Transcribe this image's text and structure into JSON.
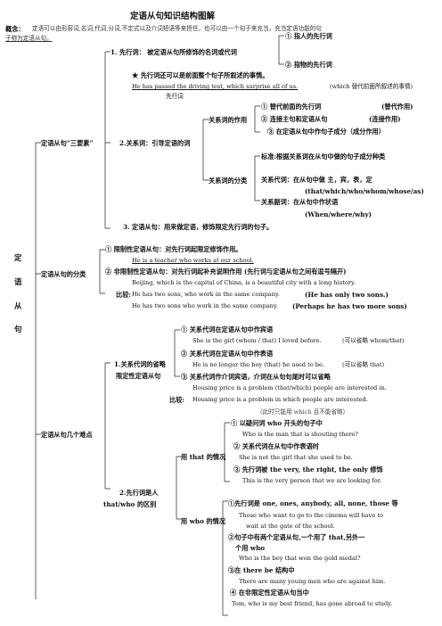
{
  "title": "定语从句知识结构图解",
  "concept_label": "概念：",
  "concept_line1": "定语可以由形容词,名词,代词,分词,不定式以及介词短语等来担任，也可以由一个句子来充当，充当定语功能的句",
  "concept_line2": "子称为定语从句。",
  "side_chars": [
    "定",
    "语",
    "从",
    "句"
  ],
  "l1": {
    "three": "定语从句“三要素”",
    "classify": "定语从句的分类",
    "difficulties": "定语从句几个难点"
  },
  "antecedent": {
    "label": "1. 先行词：  被定语从句所修饰的名词或代词",
    "opt1": "①  指人的先行词",
    "opt2": "②  指物的先行词",
    "note": "★  先行词还可以是前面整个句子所叙述的事情。",
    "ex": "He has passed the driving test, which surprise all of us.",
    "ex_note": "(which 替代前面所叙述的事情)",
    "ex_tag": "先行词"
  },
  "relative": {
    "label": "2.关系词：引导定语的词",
    "role_label": "关系词的作用",
    "role1": "①  替代前面的先行词",
    "role1b": "(替代作用)",
    "role2": "②  连接主句和定语从句",
    "role2b": "(连接作用)",
    "role3": "③  在定语从句中作句子成分（成分作用）",
    "cls_label": "关系词的分类",
    "std": "标准:根据关系词在从句中做的句子成分种类",
    "pron": "关系代词：在从句中做  主，宾，表，定",
    "pron_list": "(that/which/who/whom/whose/as)",
    "adv": "关系副词：在从句中作状语",
    "adv_list": "(When/where/why)"
  },
  "clause": "3. 定语从句：用来做定语，修饰限定先行词的句子。",
  "classify": {
    "r1": "①  限制性定语从句：对先行词起限定修饰作用。",
    "r1ex": "He is a teacher who works at our school.",
    "r2": "②  非限制性定语从句：对先行词起补充说明作用  (先行词与定语从句之间有逗号隔开)",
    "r2ex": "Beijing, which is the capital of China, is a beautiful city with a long history.",
    "cmp_label": "比较:",
    "cmp1": "He has two sons, who work in the same company.",
    "cmp1n": "(He has only two sons.)",
    "cmp2": "He has two sons who work in the same company.",
    "cmp2n": "(Perhaps he has two more sons)"
  },
  "omit": {
    "label1": "1.关系代词的省略",
    "label2": "限定性定语从句",
    "o1": "①  关系代词在定语从句中作宾语",
    "o1ex": "She is the girl (whom / that) I loved before.",
    "o1n": "(可以省略 whom/that)",
    "o2": "②  关系代词在定语从句中作表语",
    "o2ex": "He is no longer the boy (that) he used to be.",
    "o2n": "(可以省略 that)",
    "o3": "③  关系代词作介词宾语，介词在从句句尾时可以省略",
    "o3ex": "Housing price is a problem (that/which) people are interested in.",
    "cmp_label": "比较:",
    "cmp": "Housing price is a problem in which people are interested.",
    "cmp_note": "（此时只能用 which 且不能省略）"
  },
  "thatwho": {
    "label1": "2.先行词是人",
    "label2": "that/who 的区别",
    "that_label": "用 that 的情况",
    "t1": "①  以疑问词 who 开头的句子中",
    "t1ex": "Who is the man that is shouting there?",
    "t2": "②  关系代词在从句中作表语时",
    "t2ex": "She is not the girl that she used to be.",
    "t3": "③  先行词被 the very, the right, the only 修饰",
    "t3ex": "This is the very person that we are looking for.",
    "who_label": "用 who 的情况",
    "w1": "①先行词是 one, ones, anybody, all, none, those  等",
    "w1ex1": "Those who want to go to the cinema will have to",
    "w1ex2": "wait at the gate of the school.",
    "w2a": "②句子中有两个定语从句,一个用了 that,另外一",
    "w2b": "个用 who",
    "w2ex": "Who is the boy that won the gold medal?",
    "w3": "③在 there be  结构中",
    "w3ex": "There are many young men who are against him.",
    "w4": "④  在非限定性定语从句当中",
    "w4ex": "Tom, who is my best friend, has gone abroad to study."
  }
}
